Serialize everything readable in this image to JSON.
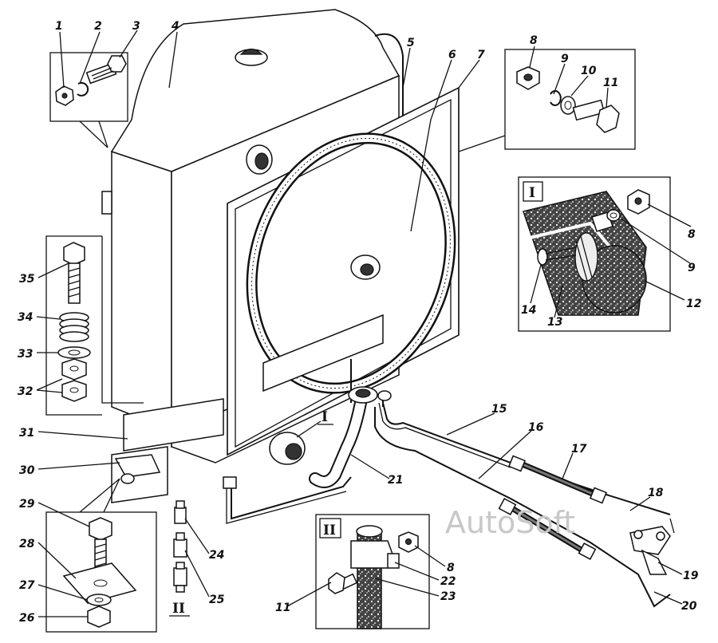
{
  "callouts": {
    "c1": "1",
    "c2": "2",
    "c3": "3",
    "c4": "4",
    "c5": "5",
    "c6": "6",
    "c7": "7",
    "c8a": "8",
    "c9a": "9",
    "c10": "10",
    "c11a": "11",
    "c8b": "8",
    "c9b": "9",
    "c12": "12",
    "c13": "13",
    "c14": "14",
    "c15": "15",
    "c16": "16",
    "c17": "17",
    "c18": "18",
    "c19": "19",
    "c20": "20",
    "c21": "21",
    "c8c": "8",
    "c22": "22",
    "c23": "23",
    "c11b": "11",
    "c24": "24",
    "c25": "25",
    "c26": "26",
    "c27": "27",
    "c28": "28",
    "c29": "29",
    "c30": "30",
    "c31": "31",
    "c32": "32",
    "c33": "33",
    "c34": "34",
    "c35": "35"
  },
  "section_labels": {
    "detail_one_box": "I",
    "detail_one_pointer": "I",
    "detail_two_box": "II",
    "detail_two_pointer": "II"
  },
  "watermark": "AutoSoft"
}
